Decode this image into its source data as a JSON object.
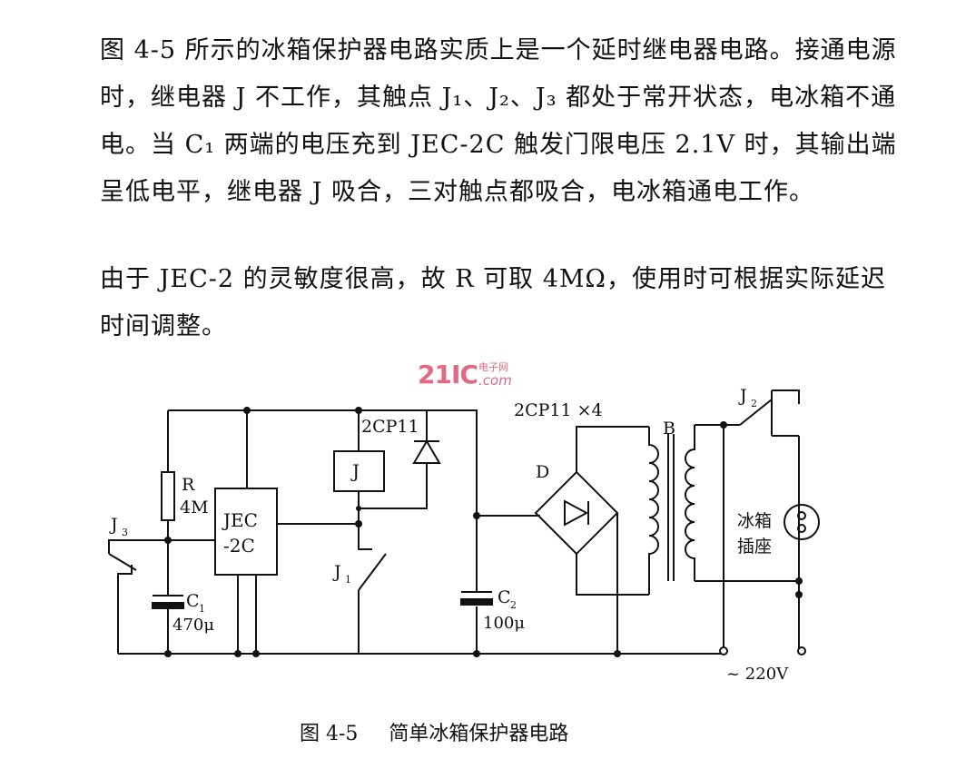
{
  "paragraphs": [
    "图 4-5 所示的冰箱保护器电路实质上是一个延时继电器电路。接通电源时，继电器 J 不工作，其触点 J₁、J₂、J₃ 都处于常开状态，电冰箱不通电。当 C₁ 两端的电压充到 JEC-2C 触发门限电压 2.1V 时，其输出端呈低电平，继电器 J 吸合，三对触点都吸合，电冰箱通电工作。",
    "由于 JEC-2 的灵敏度很高，故 R 可取 4MΩ，使用时可根据实际延迟时间调整。"
  ],
  "watermark": {
    "brand": "21IC",
    "cn": "电子网",
    "domain": ".com"
  },
  "diagram": {
    "labels": {
      "r_name": "R",
      "r_value": "4M",
      "ic_line1": "JEC",
      "ic_line2": "-2C",
      "relay": "J",
      "diode_top": "2CP11",
      "bridge_note": "2CP11 ×4",
      "bridge": "D",
      "transformer": "B",
      "j1": "J",
      "j1_sub": "1",
      "j2": "J",
      "j2_sub": "2",
      "j3": "J",
      "j3_sub": "3",
      "c1_name": "C",
      "c1_sub": "1",
      "c1_value": "470μ",
      "c2_name": "C",
      "c2_sub": "2",
      "c2_value": "100μ",
      "socket_line1": "冰箱",
      "socket_line2": "插座",
      "mains": "~ 220V"
    }
  },
  "caption": {
    "number": "图 4-5",
    "title": "简单冰箱保护器电路"
  }
}
